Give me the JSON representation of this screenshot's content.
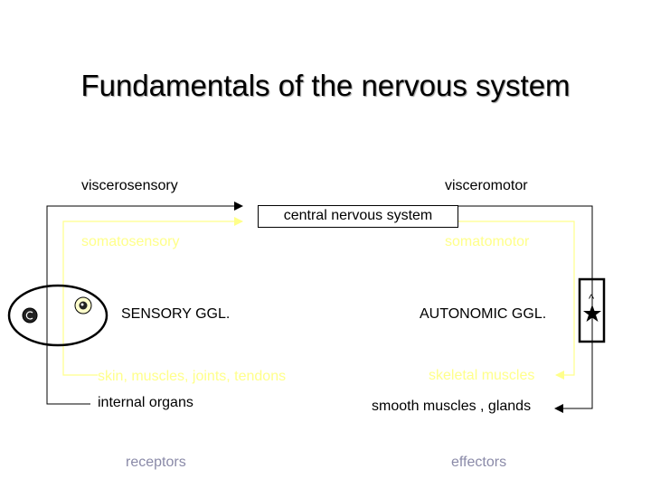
{
  "title": "Fundamentals of the nervous system",
  "labels": {
    "viscerosensory": "viscerosensory",
    "visceromotor": "visceromotor",
    "cns": "central nervous system",
    "somatosensory": "somatosensory",
    "somatomotor": "somatomotor",
    "sensory_ggl": "SENSORY GGL.",
    "autonomic_ggl": "AUTONOMIC GGL.",
    "skin": "skin, muscles,  joints, tendons",
    "internal_organs": "internal organs",
    "skeletal_muscles": "skeletal muscles",
    "smooth_muscles": "smooth muscles , glands",
    "receptors": "receptors",
    "effectors": "effectors",
    "caret": "^"
  },
  "colors": {
    "pathway_black": "#000000",
    "pathway_yellow": "#ffff8a",
    "caption_gray": "#8a8aa8"
  }
}
